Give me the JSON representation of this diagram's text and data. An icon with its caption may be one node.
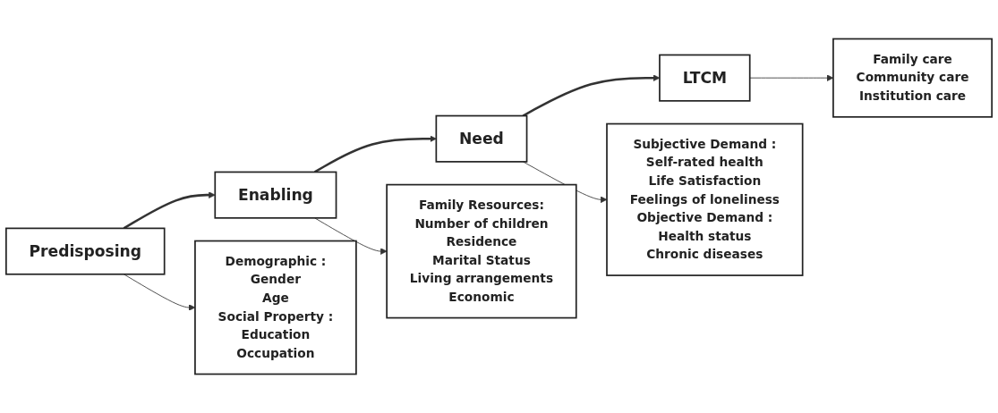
{
  "diagram": {
    "nodes": [
      {
        "text": [
          "Predisposing"
        ]
      },
      {
        "text": [
          "Enabling"
        ]
      },
      {
        "text": [
          "Need"
        ]
      },
      {
        "text": [
          "LTCM"
        ]
      },
      {
        "text": [
          "Demographic :",
          "Gender",
          "Age",
          "Social Property :",
          "Education",
          "Occupation"
        ]
      },
      {
        "text": [
          "Family Resources:",
          "Number of children",
          "Residence",
          "Marital Status",
          "Living arrangements",
          "Economic"
        ]
      },
      {
        "text": [
          "Subjective Demand :",
          "Self-rated health",
          "Life Satisfaction",
          "Feelings of loneliness",
          "Objective Demand :",
          "Health status",
          "Chronic diseases"
        ]
      },
      {
        "text": [
          "Family care",
          "Community care",
          "Institution care"
        ]
      }
    ],
    "edges": [
      {
        "from": 0,
        "to": 1,
        "arrow": "to",
        "style": "thick"
      },
      {
        "from": 1,
        "to": 2,
        "arrow": "to",
        "style": "thick"
      },
      {
        "from": 2,
        "to": 3,
        "arrow": "to",
        "style": "thick"
      },
      {
        "from": 0,
        "to": 4,
        "arrow": "to"
      },
      {
        "from": 1,
        "to": 5,
        "arrow": "to"
      },
      {
        "from": 2,
        "to": 6,
        "arrow": "to"
      },
      {
        "from": 3,
        "to": 7,
        "arrow": "to"
      }
    ]
  }
}
